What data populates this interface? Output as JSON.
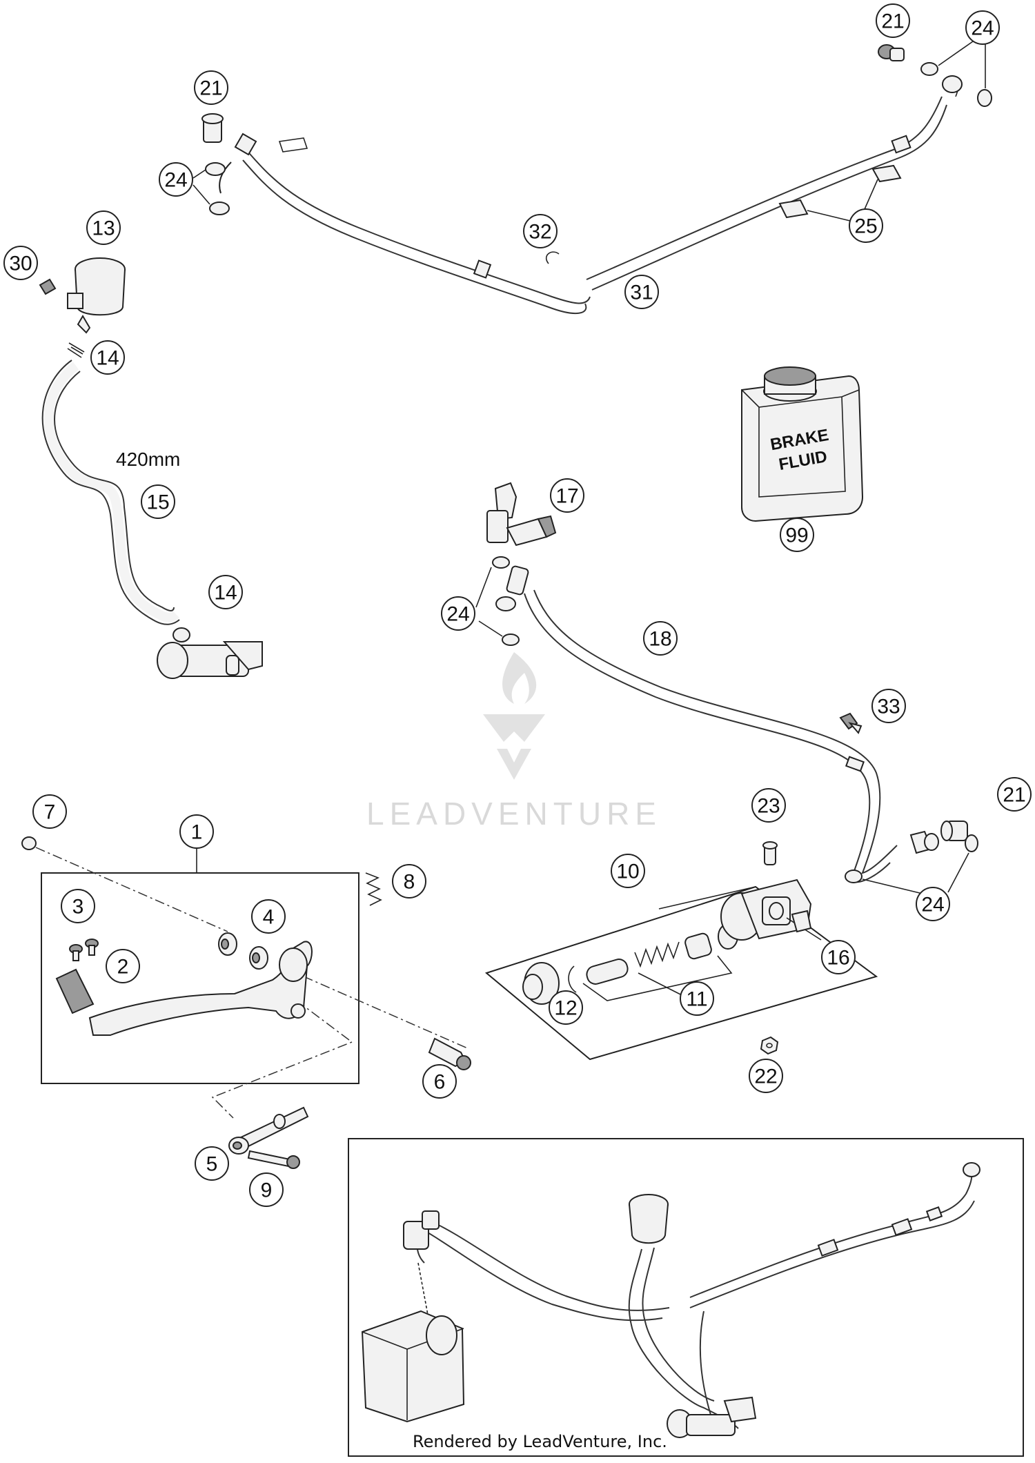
{
  "diagram": {
    "watermark": "LEADVENTURE",
    "credit": "Rendered by LeadVenture, Inc.",
    "hose_length_note": "420mm",
    "bottle_label_line1": "BRAKE",
    "bottle_label_line2": "FLUID",
    "callouts": [
      {
        "id": "c1",
        "label": "1"
      },
      {
        "id": "c2",
        "label": "2"
      },
      {
        "id": "c3",
        "label": "3"
      },
      {
        "id": "c4",
        "label": "4"
      },
      {
        "id": "c5",
        "label": "5"
      },
      {
        "id": "c6",
        "label": "6"
      },
      {
        "id": "c7",
        "label": "7"
      },
      {
        "id": "c8",
        "label": "8"
      },
      {
        "id": "c9",
        "label": "9"
      },
      {
        "id": "c10",
        "label": "10"
      },
      {
        "id": "c11",
        "label": "11"
      },
      {
        "id": "c12",
        "label": "12"
      },
      {
        "id": "c13",
        "label": "13"
      },
      {
        "id": "c14a",
        "label": "14"
      },
      {
        "id": "c14b",
        "label": "14"
      },
      {
        "id": "c15",
        "label": "15"
      },
      {
        "id": "c16",
        "label": "16"
      },
      {
        "id": "c17",
        "label": "17"
      },
      {
        "id": "c18",
        "label": "18"
      },
      {
        "id": "c21a",
        "label": "21"
      },
      {
        "id": "c21b",
        "label": "21"
      },
      {
        "id": "c21c",
        "label": "21"
      },
      {
        "id": "c22",
        "label": "22"
      },
      {
        "id": "c23",
        "label": "23"
      },
      {
        "id": "c24a",
        "label": "24"
      },
      {
        "id": "c24b",
        "label": "24"
      },
      {
        "id": "c24c",
        "label": "24"
      },
      {
        "id": "c24d",
        "label": "24"
      },
      {
        "id": "c25",
        "label": "25"
      },
      {
        "id": "c30",
        "label": "30"
      },
      {
        "id": "c31",
        "label": "31"
      },
      {
        "id": "c32",
        "label": "32"
      },
      {
        "id": "c33",
        "label": "33"
      },
      {
        "id": "c99",
        "label": "99"
      }
    ]
  }
}
